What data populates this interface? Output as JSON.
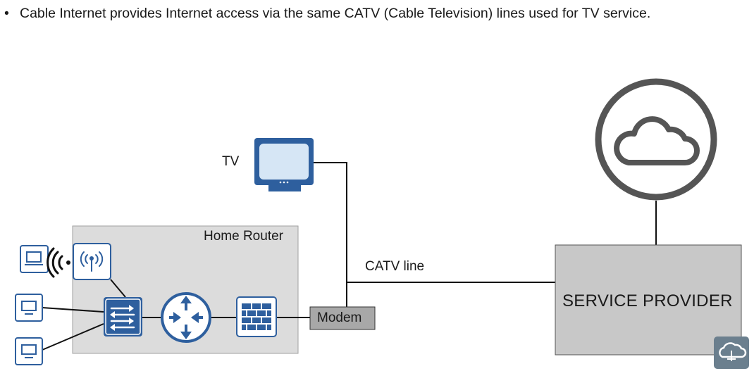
{
  "bullet": {
    "text": "Cable Internet provides Internet access via the same CATV (Cable Television) lines used for TV service."
  },
  "diagram": {
    "tv_label": "TV",
    "home_router_label": "Home Router",
    "catv_line_label": "CATV line",
    "modem_label": "Modem",
    "service_provider_label": "SERVICE PROVIDER"
  },
  "colors": {
    "icon_blue": "#2e5f9e",
    "icon_light_blue": "#d6e6f5",
    "router_box_fill": "#dcdcdc",
    "modem_fill": "#a8a8a8",
    "service_provider_fill": "#c8c8c8",
    "cloud_ring": "#555555"
  },
  "icons": [
    "laptop-icon",
    "wifi-signal-icon",
    "wireless-ap-icon",
    "pc-icon",
    "switch-icon",
    "router-icon",
    "firewall-icon",
    "tv-icon",
    "cloud-icon",
    "logo-icon"
  ]
}
